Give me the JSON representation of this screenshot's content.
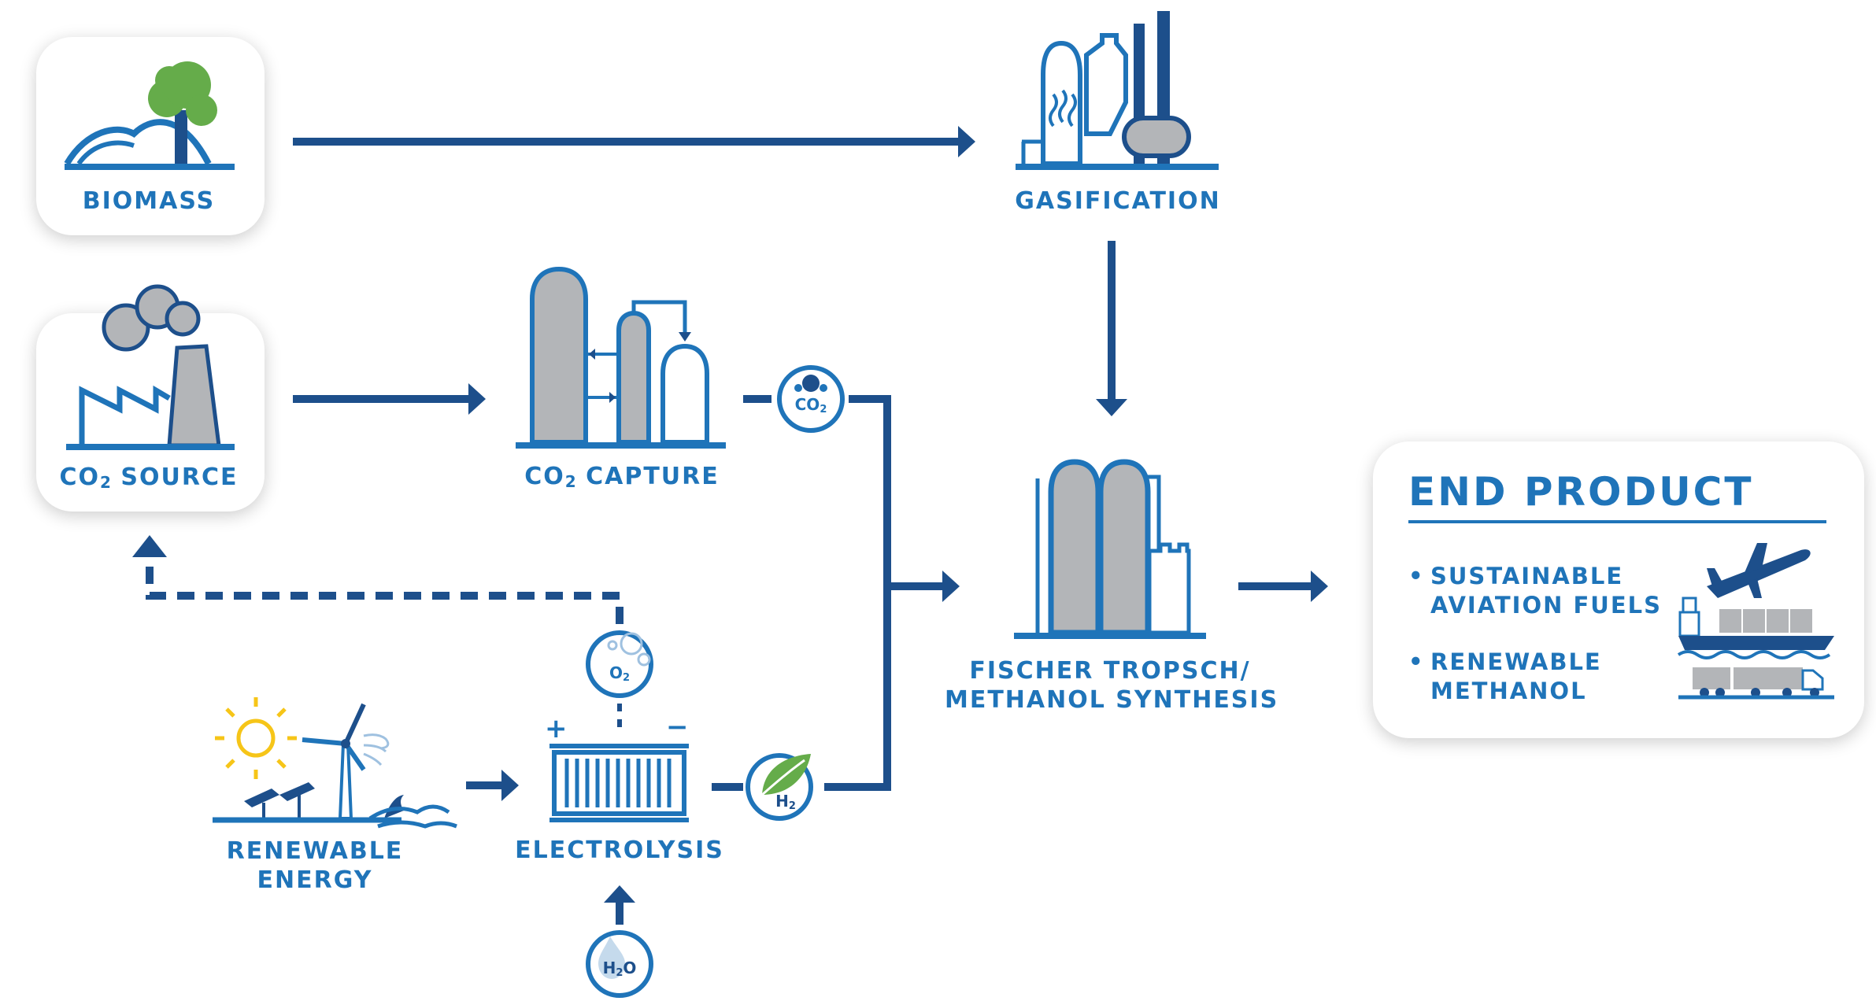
{
  "nodes": {
    "biomass": "BIOMASS",
    "gasification": "GASIFICATION",
    "co2_source": {
      "prefix": "CO",
      "sub": "2",
      "suffix": " SOURCE"
    },
    "co2_capture": {
      "prefix": "CO",
      "sub": "2",
      "suffix": " CAPTURE"
    },
    "synthesis": {
      "line1": "FISCHER TROPSCH/",
      "line2": "METHANOL SYNTHESIS"
    },
    "renewable_energy": {
      "line1": "RENEWABLE",
      "line2": "ENERGY"
    },
    "electrolysis": "ELECTROLYSIS"
  },
  "molecules": {
    "co2": {
      "main": "CO",
      "sub": "2"
    },
    "o2": {
      "main": "O",
      "sub": "2"
    },
    "h2": {
      "main": "H",
      "sub": "2"
    },
    "h2o": {
      "main": "H",
      "sub": "2",
      "end": "O"
    }
  },
  "electrolysis_signs": {
    "plus": "+",
    "minus": "−"
  },
  "end_product": {
    "title": "END PRODUCT",
    "items": [
      {
        "line1": "SUSTAINABLE",
        "line2": "AVIATION FUELS"
      },
      {
        "line1": "RENEWABLE",
        "line2": "METHANOL"
      }
    ]
  },
  "colors": {
    "dark_blue": "#1d4f8b",
    "mid_blue": "#1f74b9",
    "grey": "#b3b5b8",
    "green": "#65ac4a",
    "sun_yellow": "#f6c518"
  }
}
